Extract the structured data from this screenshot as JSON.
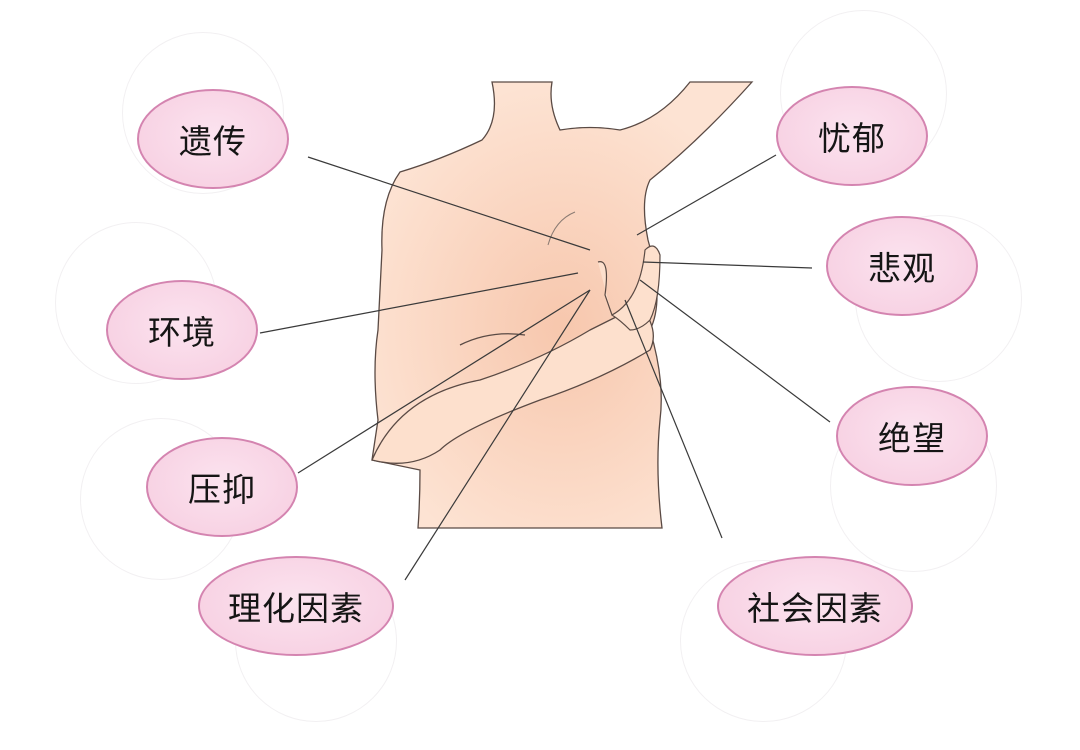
{
  "diagram": {
    "type": "concept-map",
    "center": "female-torso-illustration",
    "colors": {
      "bubble_fill": "#f8d3e4",
      "bubble_border": "#d484b0",
      "skin": "#fbdcc8",
      "line": "#3a3a3a"
    },
    "left_labels": [
      {
        "id": "heredity",
        "text": "遗传"
      },
      {
        "id": "environment",
        "text": "环境"
      },
      {
        "id": "repression",
        "text": "压抑"
      },
      {
        "id": "physicochemical",
        "text": "理化因素"
      }
    ],
    "right_labels": [
      {
        "id": "melancholy",
        "text": "忧郁"
      },
      {
        "id": "pessimism",
        "text": "悲观"
      },
      {
        "id": "despair",
        "text": "绝望"
      },
      {
        "id": "social",
        "text": "社会因素"
      }
    ]
  }
}
